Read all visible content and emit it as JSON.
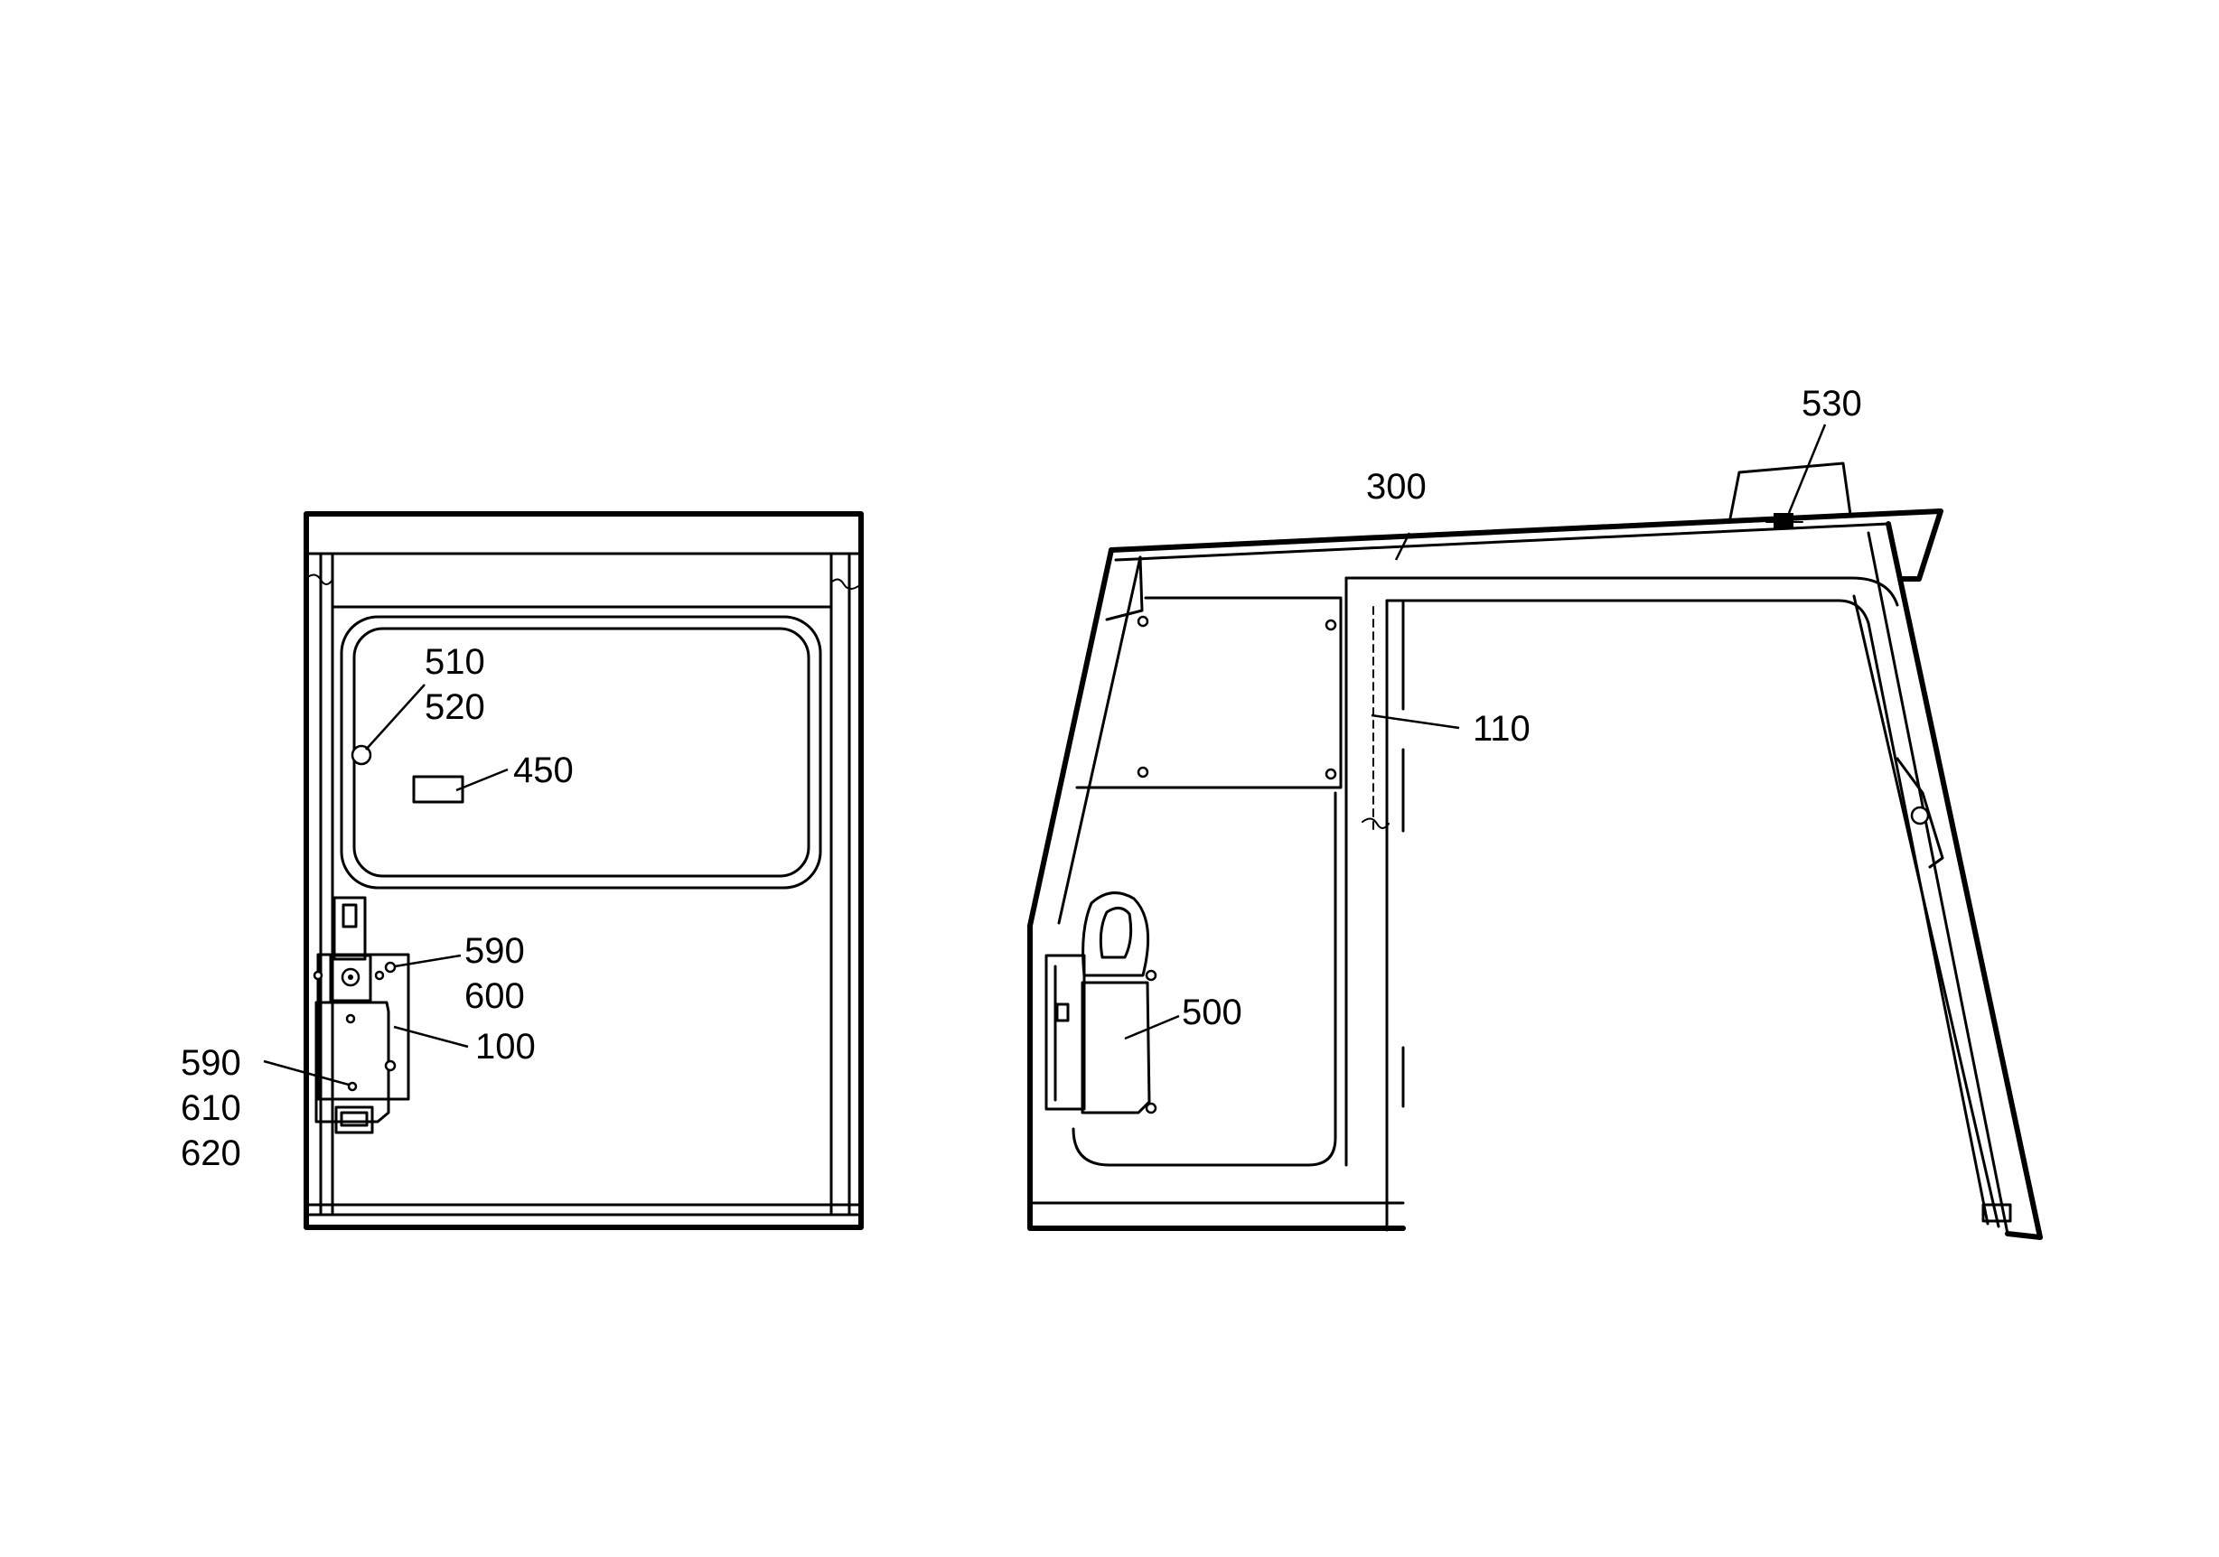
{
  "labels": {
    "l510": "510",
    "l520": "520",
    "l450": "450",
    "l590a": "590",
    "l600": "600",
    "l100": "100",
    "l590b": "590",
    "l610": "610",
    "l620": "620",
    "l300": "300",
    "l530": "530",
    "l110": "110",
    "l500": "500"
  }
}
